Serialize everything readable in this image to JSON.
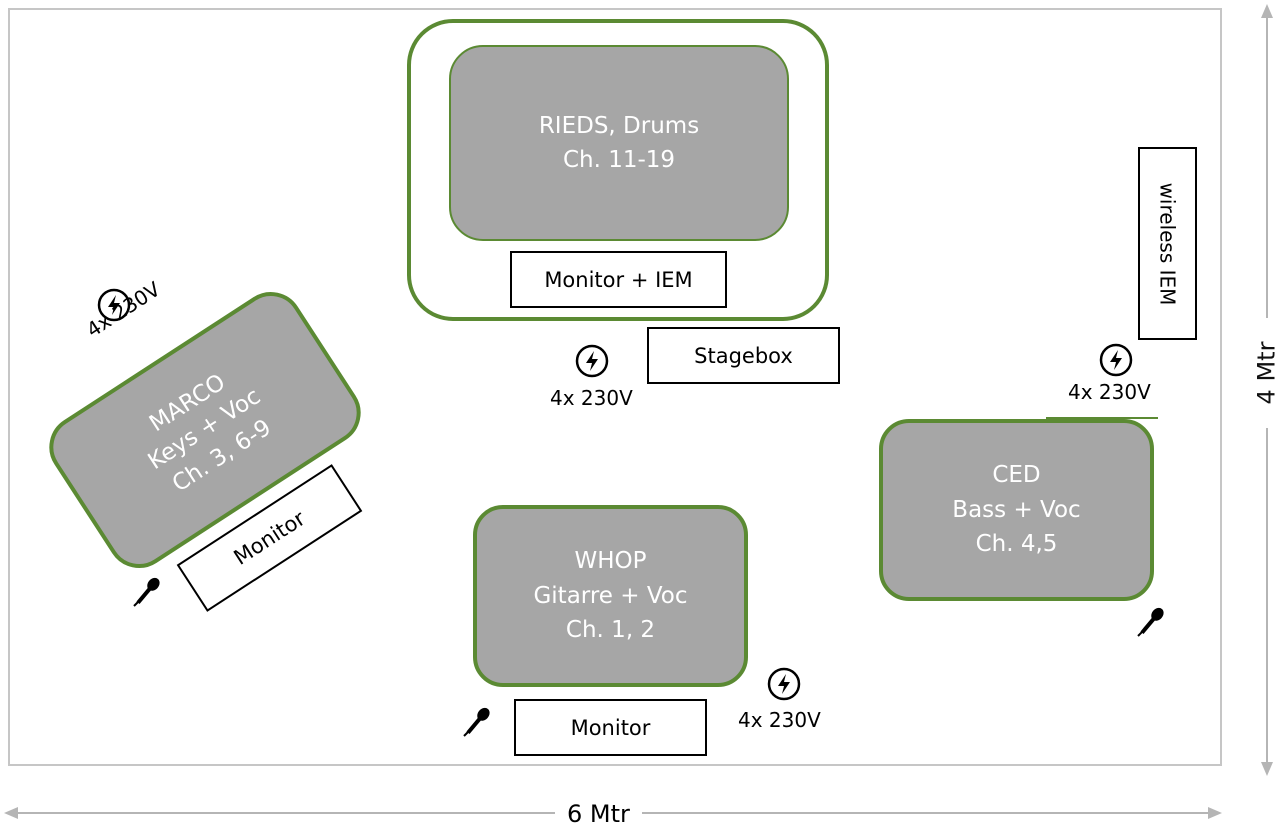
{
  "stage": {
    "musicians": {
      "drums": {
        "lines": [
          "RIEDS, Drums",
          "Ch. 11-19"
        ]
      },
      "keys": {
        "lines": [
          "MARCO",
          "Keys + Voc",
          "Ch. 3, 6-9"
        ]
      },
      "guitar": {
        "lines": [
          "WHOP",
          "Gitarre + Voc",
          "Ch. 1, 2"
        ]
      },
      "bass": {
        "lines": [
          "CED",
          "Bass + Voc",
          "Ch. 4,5"
        ]
      }
    },
    "equipment": {
      "drum_monitor": "Monitor + IEM",
      "stagebox": "Stagebox",
      "wireless_iem": "wireless IEM",
      "keys_monitor": "Monitor",
      "guitar_monitor": "Monitor"
    },
    "power_label": "4x 230V",
    "icons": [
      "power-outlet-icon",
      "microphone-icon"
    ],
    "colors": {
      "riser_border": "#5b8a33",
      "musician_fill": "#a6a6a6",
      "stage_border": "#c6c6c6"
    }
  },
  "dimensions": {
    "width": "6 Mtr",
    "depth": "4 Mtr"
  }
}
